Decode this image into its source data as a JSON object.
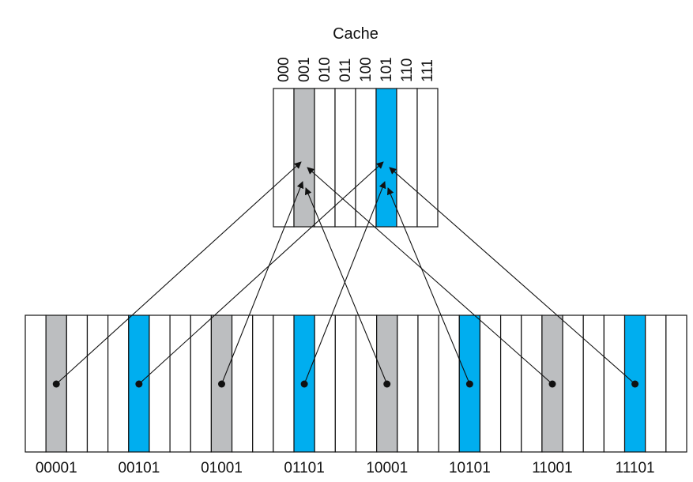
{
  "cache": {
    "title": "Cache",
    "indices": [
      "000",
      "001",
      "010",
      "011",
      "100",
      "101",
      "110",
      "111"
    ],
    "highlighted": [
      {
        "index": "001",
        "color": "gray"
      },
      {
        "index": "101",
        "color": "blue"
      }
    ]
  },
  "memory": {
    "block_labels": [
      "00001",
      "00101",
      "01001",
      "01101",
      "10001",
      "10101",
      "11001",
      "11101"
    ],
    "highlighted_blocks": [
      {
        "label": "00001",
        "color": "gray"
      },
      {
        "label": "00101",
        "color": "blue"
      },
      {
        "label": "01001",
        "color": "gray"
      },
      {
        "label": "01101",
        "color": "blue"
      },
      {
        "label": "10001",
        "color": "gray"
      },
      {
        "label": "10101",
        "color": "blue"
      },
      {
        "label": "11001",
        "color": "gray"
      },
      {
        "label": "11101",
        "color": "blue"
      }
    ]
  },
  "mappings": [
    {
      "from": "00001",
      "to": "001"
    },
    {
      "from": "00101",
      "to": "101"
    },
    {
      "from": "01001",
      "to": "001"
    },
    {
      "from": "01101",
      "to": "101"
    },
    {
      "from": "10001",
      "to": "001"
    },
    {
      "from": "10101",
      "to": "101"
    },
    {
      "from": "11001",
      "to": "001"
    },
    {
      "from": "11101",
      "to": "101"
    }
  ],
  "colors": {
    "gray": "#bcbec0",
    "blue": "#00aeef",
    "line": "#111111"
  }
}
